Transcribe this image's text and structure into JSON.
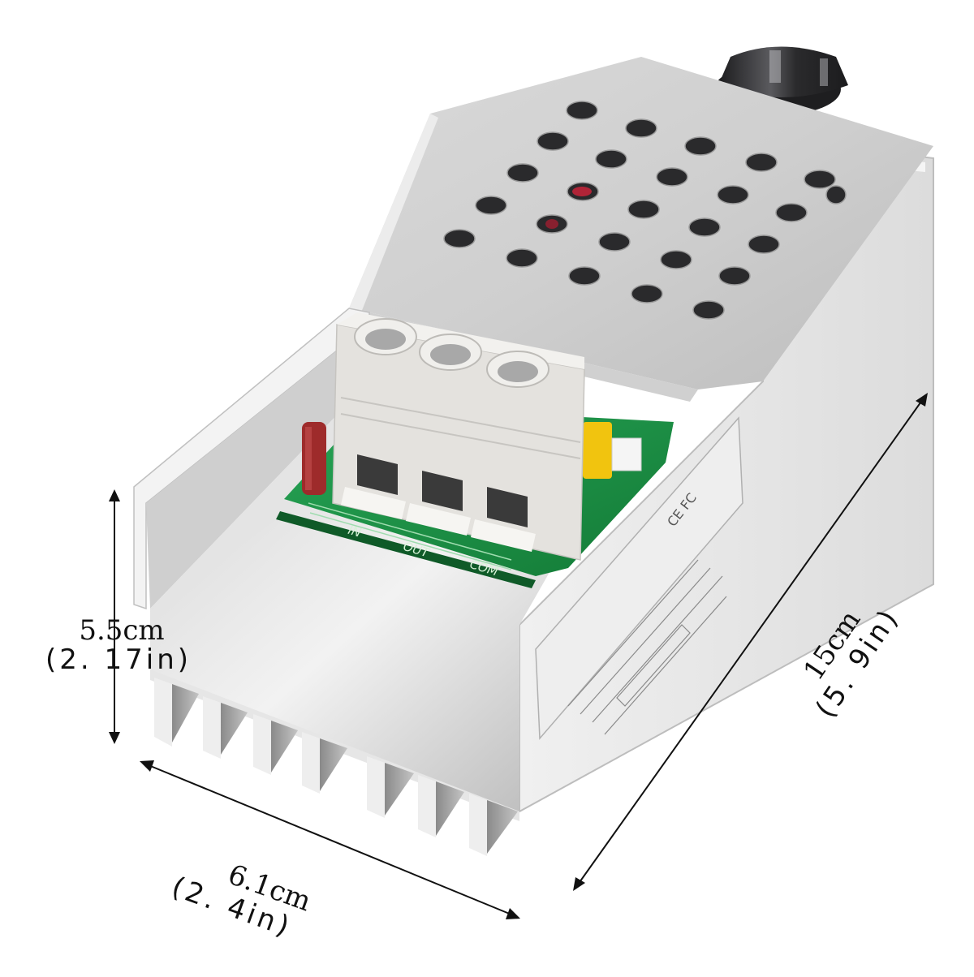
{
  "product": {
    "name": "AC voltage regulator / speed controller module",
    "colors": {
      "background": "#ffffff",
      "aluminum_light": "#e8e8e8",
      "aluminum_mid": "#c9c9c9",
      "aluminum_dark": "#9a9a9a",
      "pcb_green": "#1f9a4a",
      "terminal_block": "#e6e4e0",
      "knob": "#2b2b2e",
      "capacitor_red": "#a52a2a",
      "capacitor_yellow": "#f0c400",
      "dimension_line": "#111111"
    }
  },
  "dimensions": {
    "height": {
      "cm": "5.5cm",
      "in": "(2. 17in)"
    },
    "width": {
      "cm": "6.1cm",
      "in": "(2. 4in)"
    },
    "length": {
      "cm": "15cm",
      "in": "(5. 9in)"
    }
  },
  "pcb_labels": [
    "IN",
    "OUT",
    "COM"
  ],
  "label_panel": {
    "certification": "CE FC"
  },
  "vent_holes": {
    "count": 26
  },
  "terminals": {
    "count": 3
  },
  "heatsink_fins": {
    "count": 7
  }
}
